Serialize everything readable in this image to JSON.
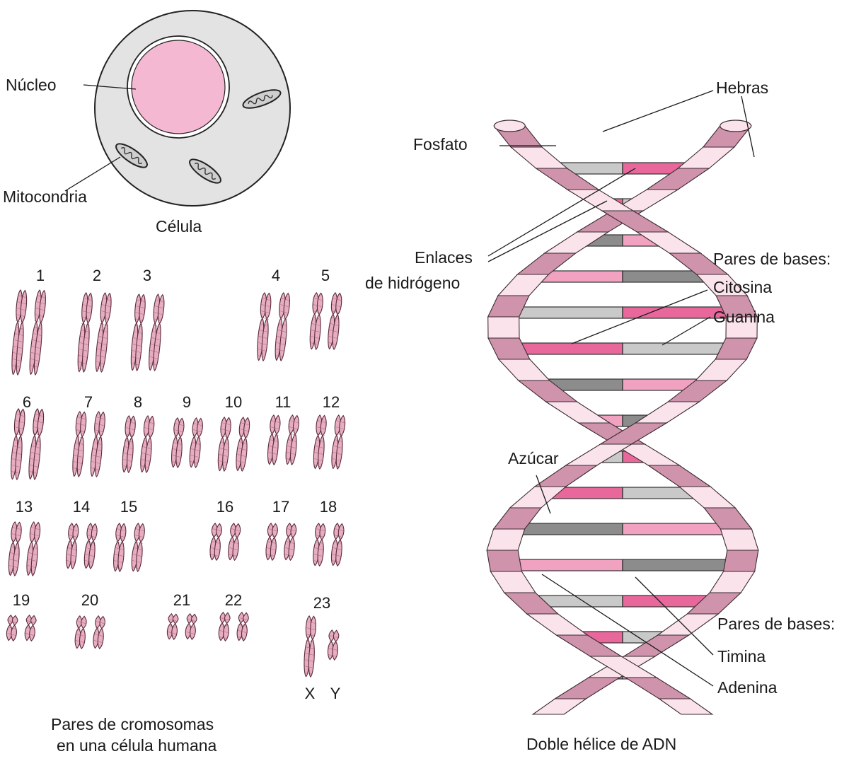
{
  "cell": {
    "title": "Célula",
    "nucleus_label": "Núcleo",
    "mitochondria_label": "Mitocondria"
  },
  "karyotype": {
    "caption_line1": "Pares de cromosomas",
    "caption_line2": "en una célula humana",
    "pairs": [
      {
        "label": "1"
      },
      {
        "label": "2"
      },
      {
        "label": "3"
      },
      {
        "label": "4"
      },
      {
        "label": "5"
      },
      {
        "label": "6"
      },
      {
        "label": "7"
      },
      {
        "label": "8"
      },
      {
        "label": "9"
      },
      {
        "label": "10"
      },
      {
        "label": "11"
      },
      {
        "label": "12"
      },
      {
        "label": "13"
      },
      {
        "label": "14"
      },
      {
        "label": "15"
      },
      {
        "label": "16"
      },
      {
        "label": "17"
      },
      {
        "label": "18"
      },
      {
        "label": "19"
      },
      {
        "label": "20"
      },
      {
        "label": "21"
      },
      {
        "label": "22"
      },
      {
        "label": "23"
      }
    ],
    "sex_x": "X",
    "sex_y": "Y"
  },
  "dna": {
    "caption": "Doble hélice de ADN",
    "strands_label": "Hebras",
    "phosphate_label": "Fosfato",
    "hbonds_line1": "Enlaces",
    "hbonds_line2": "de hidrógeno",
    "base_pairs_label_1": "Pares de bases:",
    "cytosine_label": "Citosina",
    "guanine_label": "Guanina",
    "sugar_label": "Azúcar",
    "base_pairs_label_2": "Pares de bases:",
    "thymine_label": "Timina",
    "adenine_label": "Adenina"
  },
  "colors": {
    "nucleus": "#f5b8d2",
    "cytoplasm": "#e3e3e3",
    "chromosome": "#e7aec2",
    "strand_dark": "#cf93ac",
    "strand_light": "#fbe3ec",
    "cytosine": "#e8689c",
    "guanine": "#c9c9c9",
    "thymine": "#f0a2c0",
    "adenine": "#8c8c8c"
  }
}
